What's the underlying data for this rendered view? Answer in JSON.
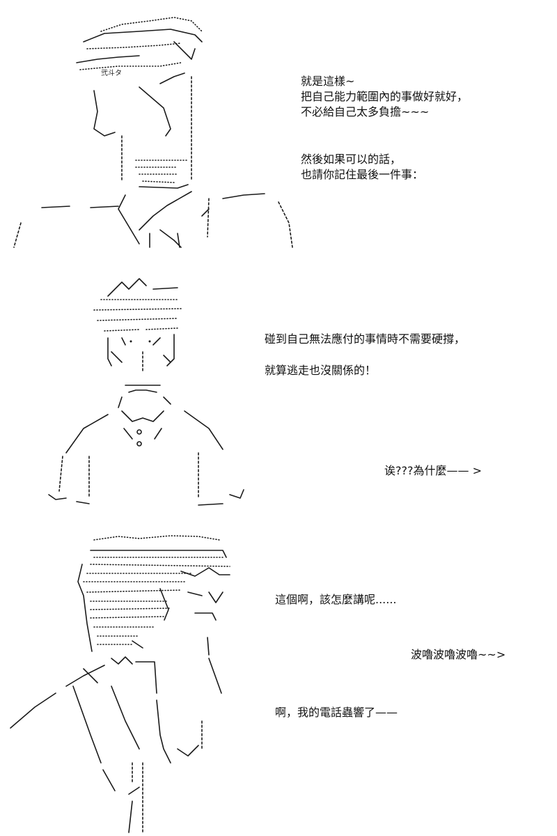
{
  "panel1": {
    "art_text": "弐斗タ",
    "lines": [
      "就是這樣~",
      "把自己能力範圍內的事做好就好，",
      "不必給自己太多負擔~~~",
      "然後如果可以的話，",
      "也請你記住最後一件事："
    ]
  },
  "panel2": {
    "lines": [
      "碰到自己無法應付的事情時不需要硬撐，",
      "就算逃走也沒關係的！",
      "诶???為什麼—— >"
    ]
  },
  "panel3": {
    "lines": [
      "這個啊，該怎麼講呢......",
      "波嚕波嚕波嚕~~>",
      "啊，我的電話蟲響了——"
    ]
  }
}
